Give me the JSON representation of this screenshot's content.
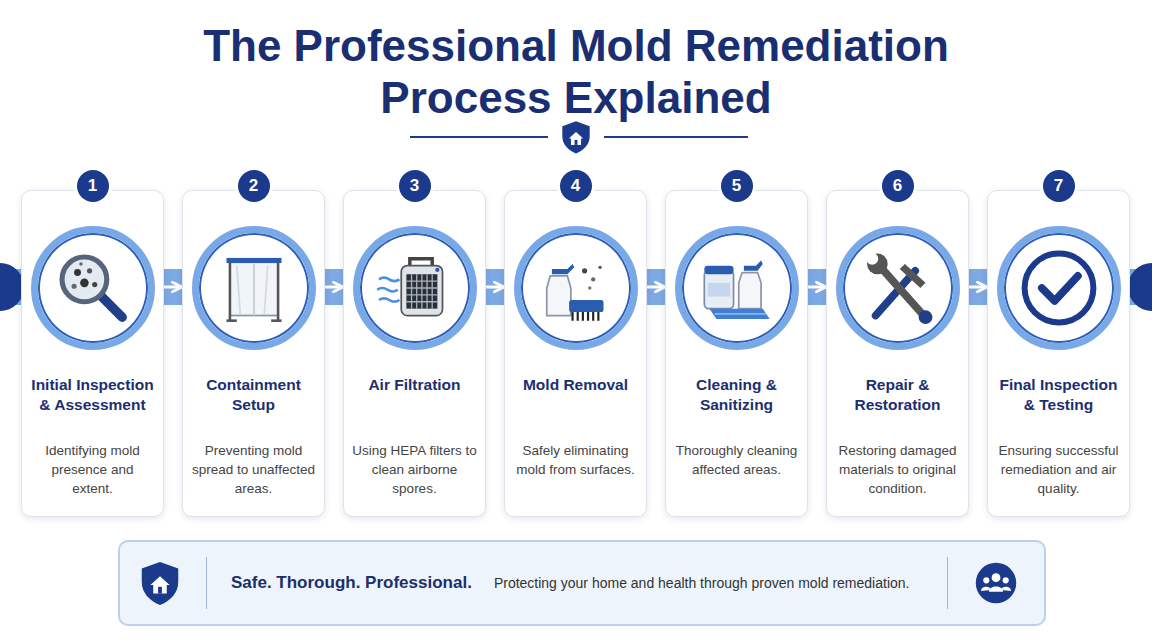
{
  "diagram": {
    "title": "The Professional Mold Remediation Process Explained",
    "nodes": [
      {
        "text": [
          "1",
          "Initial Inspection & Assessment",
          "Identifying mold presence and extent."
        ]
      },
      {
        "text": [
          "2",
          "Containment Setup",
          "Preventing mold spread to unaffected areas."
        ]
      },
      {
        "text": [
          "3",
          "Air Filtration",
          "Using HEPA filters to clean airborne spores."
        ]
      },
      {
        "text": [
          "4",
          "Mold Removal",
          "Safely eliminating mold from surfaces."
        ]
      },
      {
        "text": [
          "5",
          "Cleaning & Sanitizing",
          "Thoroughly cleaning affected areas."
        ]
      },
      {
        "text": [
          "6",
          "Repair & Restoration",
          "Restoring damaged materials to original condition."
        ]
      },
      {
        "text": [
          "7",
          "Final Inspection & Testing",
          "Ensuring successful remediation and air quality."
        ]
      },
      {
        "text": [
          "Safe. Thorough. Professional.",
          "Protecting your home and health through proven mold remediation."
        ]
      }
    ],
    "edges": [
      {
        "from": 0,
        "to": 1,
        "arrow": "to"
      },
      {
        "from": 1,
        "to": 2,
        "arrow": "to"
      },
      {
        "from": 2,
        "to": 3,
        "arrow": "to"
      },
      {
        "from": 3,
        "to": 4,
        "arrow": "to"
      },
      {
        "from": 4,
        "to": 5,
        "arrow": "to"
      },
      {
        "from": 5,
        "to": 6,
        "arrow": "to"
      }
    ]
  }
}
